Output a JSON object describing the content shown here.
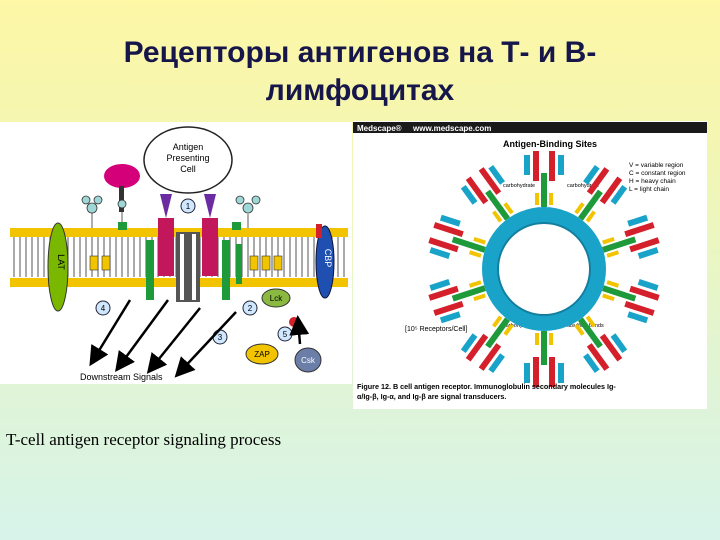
{
  "slide": {
    "title_line1": "Рецепторы антигенов на Т- и В-",
    "title_line2": "лимфоцитах",
    "caption": "T-cell antigen receptor signaling process"
  },
  "tcell": {
    "apc_label": [
      "Antigen",
      "Presenting",
      "Cell"
    ],
    "lat": "LAT",
    "cbp": "CBP",
    "lck": "Lck",
    "zap": "ZAP",
    "csk": "Csk",
    "step_numbers": [
      "1",
      "2",
      "3",
      "4",
      "5"
    ],
    "downstream": "Downstream Signals"
  },
  "bcell": {
    "header_brand": "Medscape®",
    "header_url": "www.medscape.com",
    "sites_title": "Antigen-Binding Sites",
    "legend": [
      "V = variable region",
      "C = constant region",
      "H = heavy chain",
      "L = light chain"
    ],
    "receptors_note": "[10⁵ Receptors/Cell]",
    "figure_caption_line1": "Figure 12. B cell antigen receptor. Immunoglobulin secondary molecules Ig-",
    "figure_caption_line2": "α/Ig-β, Ig-α, and Ig-β are signal transducers.",
    "labels": {
      "carbohydrate": "carbohydrate",
      "disulfide": "disulfide bonds"
    }
  },
  "colors": {
    "title": "#16164a",
    "membrane": "#f2c400",
    "apc_magenta": "#d4007a",
    "cell_blue": "#1aa3c8",
    "chain_red": "#d4202a",
    "chain_green": "#1e9a3a"
  }
}
